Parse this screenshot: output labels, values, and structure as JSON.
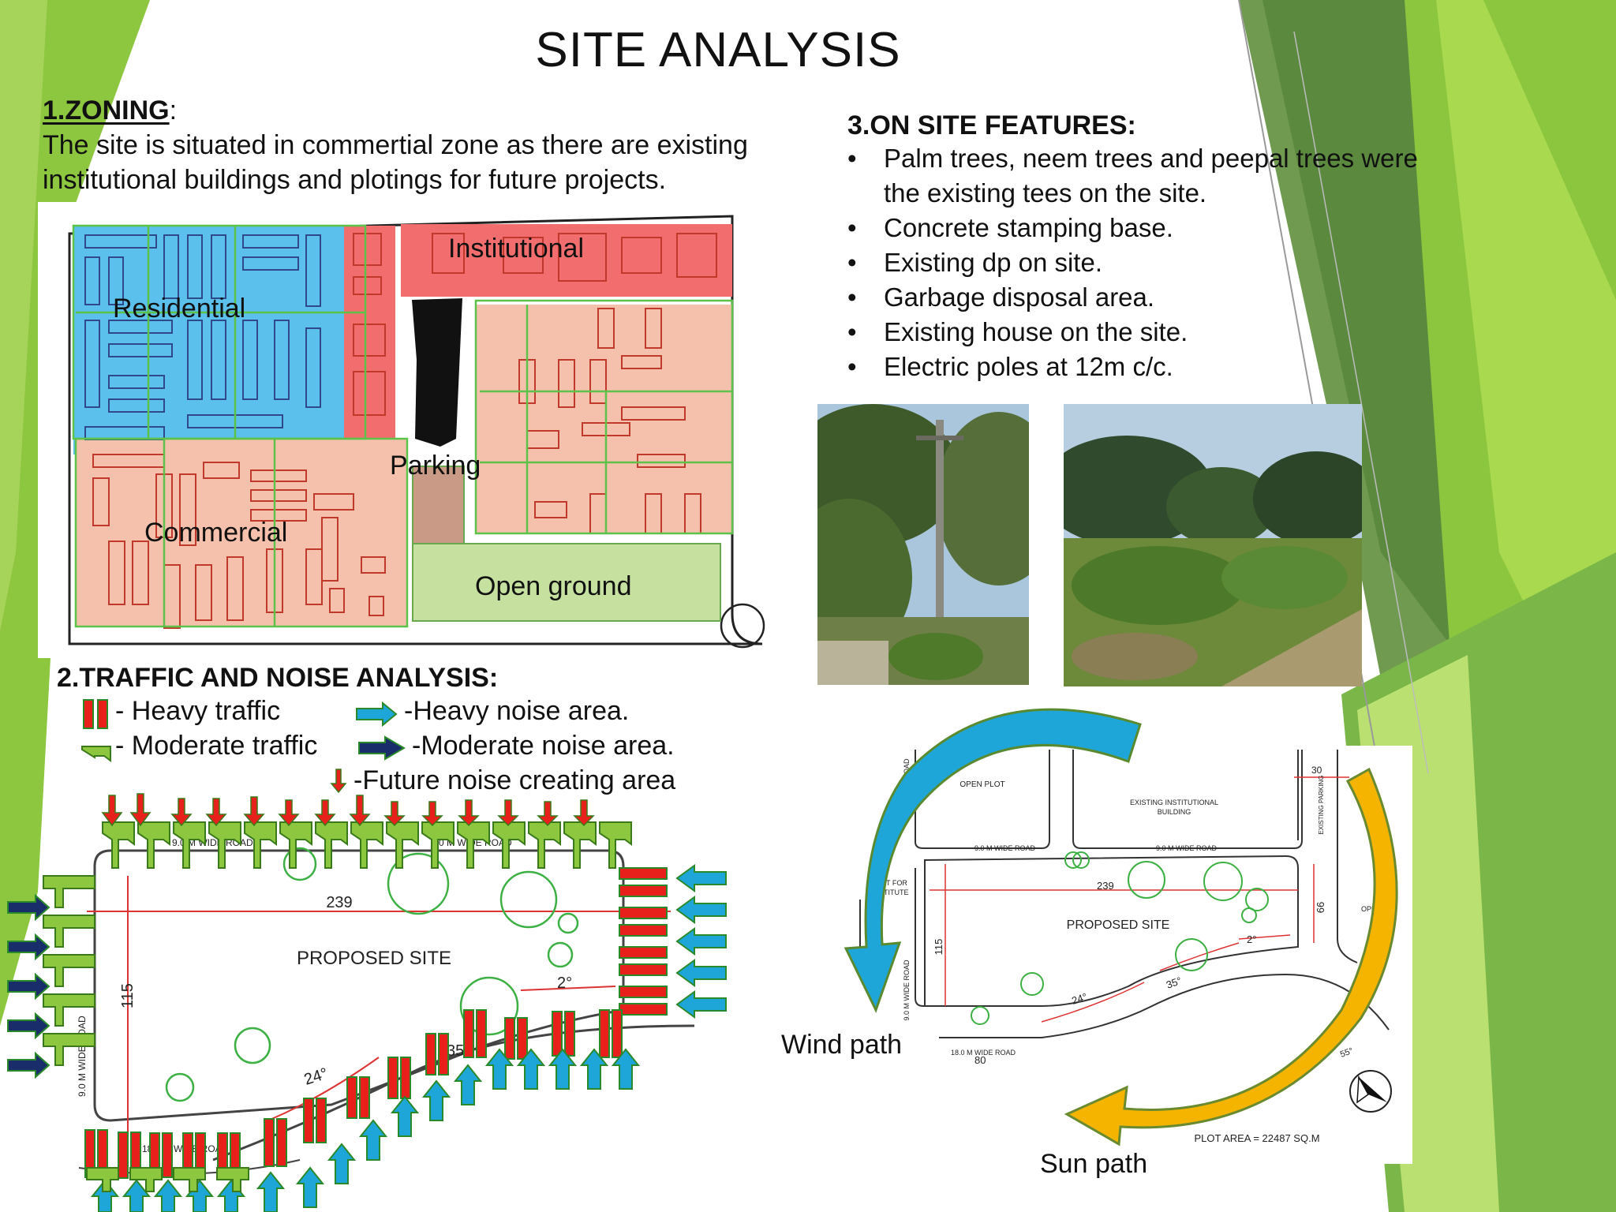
{
  "title": "SITE ANALYSIS",
  "zoning": {
    "heading": "1.ZONING",
    "colon": ":",
    "description_line1": "The site is situated in commertial zone as there are existing",
    "description_line2": "institutional buildings and plotings for future projects.",
    "zone_labels": {
      "residential": "Residential",
      "institutional": "Institutional",
      "parking": "Parking",
      "commercial": "Commercial",
      "open_ground": "Open ground"
    }
  },
  "traffic": {
    "heading": "2.TRAFFIC AND NOISE ANALYSIS:",
    "legend": {
      "heavy_traffic": "- Heavy traffic",
      "moderate_traffic": "- Moderate traffic",
      "heavy_noise": "-Heavy noise area.",
      "moderate_noise": "-Moderate noise area.",
      "future_noise": "-Future noise creating area"
    },
    "plan": {
      "road_top_1": "9.0 M WIDE ROAD",
      "road_top_2": "9.0 M WIDE ROAD",
      "road_left": "9.0 M WIDE ROAD",
      "road_bottom": "18.0 M WIDE ROAD",
      "dim_239": "239",
      "dim_115": "115",
      "proposed_site": "PROPOSED SITE",
      "angle_2": "2°",
      "angle_24": "24°",
      "angle_35": "35°"
    }
  },
  "features": {
    "heading": "3.ON SITE FEATURES:",
    "bullet": "•",
    "items": [
      "Palm trees, neem trees and peepal trees were the existing tees on the site.",
      "Concrete stamping base.",
      "Existing dp on site.",
      "Garbage disposal area.",
      "Existing house on the site.",
      "Electric poles at 12m c/c."
    ]
  },
  "climate": {
    "wind_path": "Wind path",
    "sun_path": "Sun path",
    "plan": {
      "open_plot": "OPEN PLOT",
      "existing_institutional": "EXISTING INSTITUTIONAL",
      "building": "BUILDING",
      "existing_parking": "EXISTING PARKING",
      "plot_for_institute_1": "PLOT FOR",
      "plot_for_institute_2": "INSTITUTE",
      "open_plot_right": "OPEN P",
      "road_top_1": "9.0 M WIDE ROAD",
      "road_top_2": "9.0 M WIDE ROAD",
      "road_left_1": "9.0 M WIDE ROAD",
      "road_left_2": "9.0 M WIDE ROAD",
      "road_bottom": "18.0 M WIDE ROAD",
      "dim_30": "30",
      "dim_239": "239",
      "dim_115": "115",
      "dim_66": "66",
      "dim_80": "80",
      "proposed_site": "PROPOSED SITE",
      "angle_2": "2°",
      "angle_24": "24°",
      "angle_35": "35°",
      "angle_55": "55°",
      "plot_area": "PLOT AREA =  22487 SQ.M"
    }
  },
  "colors": {
    "residential": "#5bc0eb",
    "institutional": "#f26d6d",
    "commercial": "#f6c1ac",
    "parking": "#c99a86",
    "open_ground": "#c6e0a0",
    "green_accent": "#8dc63f",
    "heavy_traffic": "#e8201c",
    "heavy_noise": "#1ea6d8",
    "moderate_noise": "#1a2d6b",
    "sun": "#f5b400"
  }
}
